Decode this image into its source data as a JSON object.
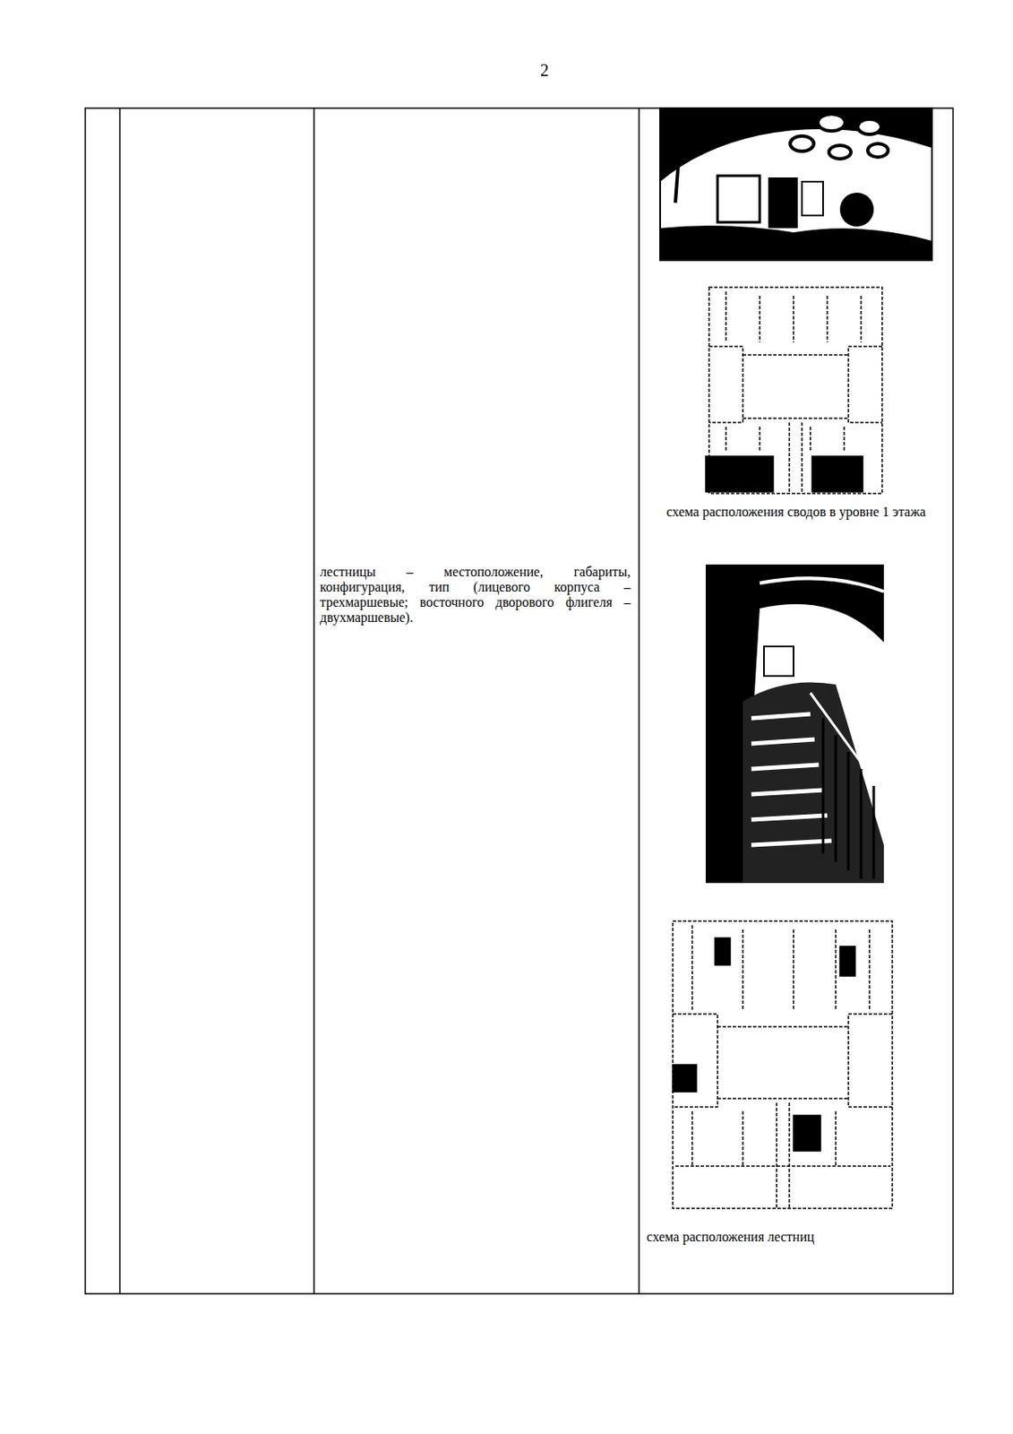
{
  "diagram": {
    "labels": [
      "2",
      "лестницы – местоположение, габариты, конфигурация, тип (лицевого корпуса – трехмаршевые; восточного дворового флигеля – двухмаршевые).",
      "схема расположения сводов в уровне 1 этажа",
      "схема расположения лестниц"
    ]
  }
}
